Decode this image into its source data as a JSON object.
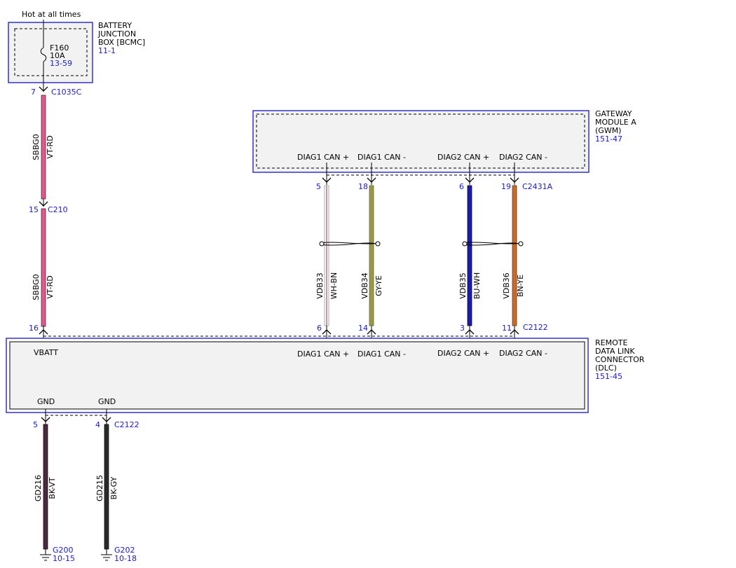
{
  "hot_label": "Hot at all times",
  "colors": {
    "box_border": "#3333cc",
    "box_fill": "#f2f2f2",
    "ref_text": "#1a1acc",
    "wire_sbbg0": "#e8568f",
    "wire_wh_bn": "#c99a9a",
    "wire_gy_ye": "#9c9a3c",
    "wire_bu_wh": "#1a1ab8",
    "wire_bn_ye": "#d2691e",
    "wire_bk_vt": "#4a2a40",
    "wire_bk_gy": "#2a2a2a"
  },
  "bjb": {
    "name_lines": [
      "BATTERY",
      "JUNCTION",
      "BOX [BCMC]"
    ],
    "ref": "11-1",
    "fuse_name": "F160",
    "fuse_rating": "10A",
    "fuse_ref": "13-59",
    "connector_pin": "7",
    "connector": "C1035C"
  },
  "inline": {
    "pin": "15",
    "connector": "C210"
  },
  "sbbg0_upper": {
    "circuit": "SBBG0",
    "color": "VT-RD"
  },
  "sbbg0_lower": {
    "circuit": "SBBG0",
    "color": "VT-RD"
  },
  "gwm": {
    "name_lines": [
      "GATEWAY",
      "MODULE A",
      "(GWM)"
    ],
    "ref": "151-47",
    "pins": [
      {
        "label": "DIAG1 CAN +",
        "num": "5"
      },
      {
        "label": "DIAG1 CAN -",
        "num": "18"
      },
      {
        "label": "DIAG2 CAN +",
        "num": "6"
      },
      {
        "label": "DIAG2 CAN -",
        "num": "19"
      }
    ],
    "connector": "C2431A"
  },
  "wires": [
    {
      "circuit": "VDB33",
      "color": "WH-BN"
    },
    {
      "circuit": "VDB34",
      "color": "GY-YE"
    },
    {
      "circuit": "VDB35",
      "color": "BU-WH"
    },
    {
      "circuit": "VDB36",
      "color": "BN-YE"
    }
  ],
  "dlc": {
    "name_lines": [
      "REMOTE",
      "DATA LINK",
      "CONNECTOR",
      "(DLC)"
    ],
    "ref": "151-45",
    "vbatt_label": "VBATT",
    "vbatt_pin": "16",
    "pins": [
      {
        "label": "DIAG1 CAN +",
        "num": "6"
      },
      {
        "label": "DIAG1 CAN -",
        "num": "14"
      },
      {
        "label": "DIAG2 CAN +",
        "num": "3"
      },
      {
        "label": "DIAG2 CAN -",
        "num": "11"
      }
    ],
    "connector": "C2122",
    "gnd": [
      {
        "label": "GND",
        "num": "5"
      },
      {
        "label": "GND",
        "num": "4"
      }
    ],
    "gnd_connector": "C2122"
  },
  "grounds": [
    {
      "circuit": "GD216",
      "color": "BK-VT",
      "ground": "G200",
      "ref": "10-15"
    },
    {
      "circuit": "GD215",
      "color": "BK-GY",
      "ground": "G202",
      "ref": "10-18"
    }
  ]
}
